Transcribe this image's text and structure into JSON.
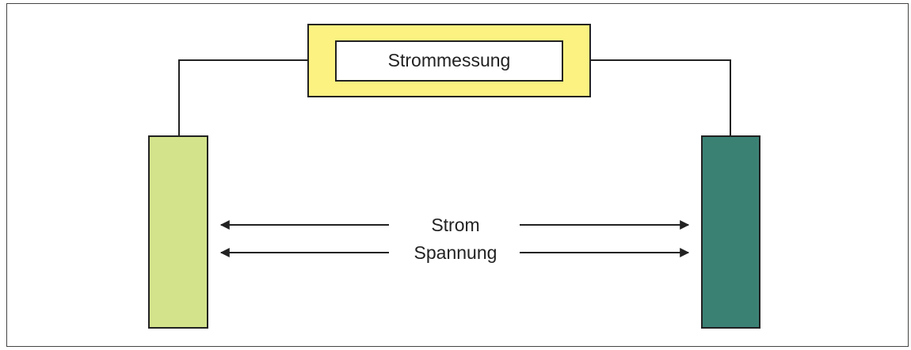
{
  "diagram": {
    "meter_label": "Strommessung",
    "current_label": "Strom",
    "voltage_label": "Spannung"
  },
  "colors": {
    "meter_outer_fill": "#fbf281",
    "meter_inner_fill": "#ffffff",
    "left_electrode_fill": "#d3e38b",
    "right_electrode_fill": "#3a8174",
    "line": "#222222",
    "frame": "#444444"
  }
}
